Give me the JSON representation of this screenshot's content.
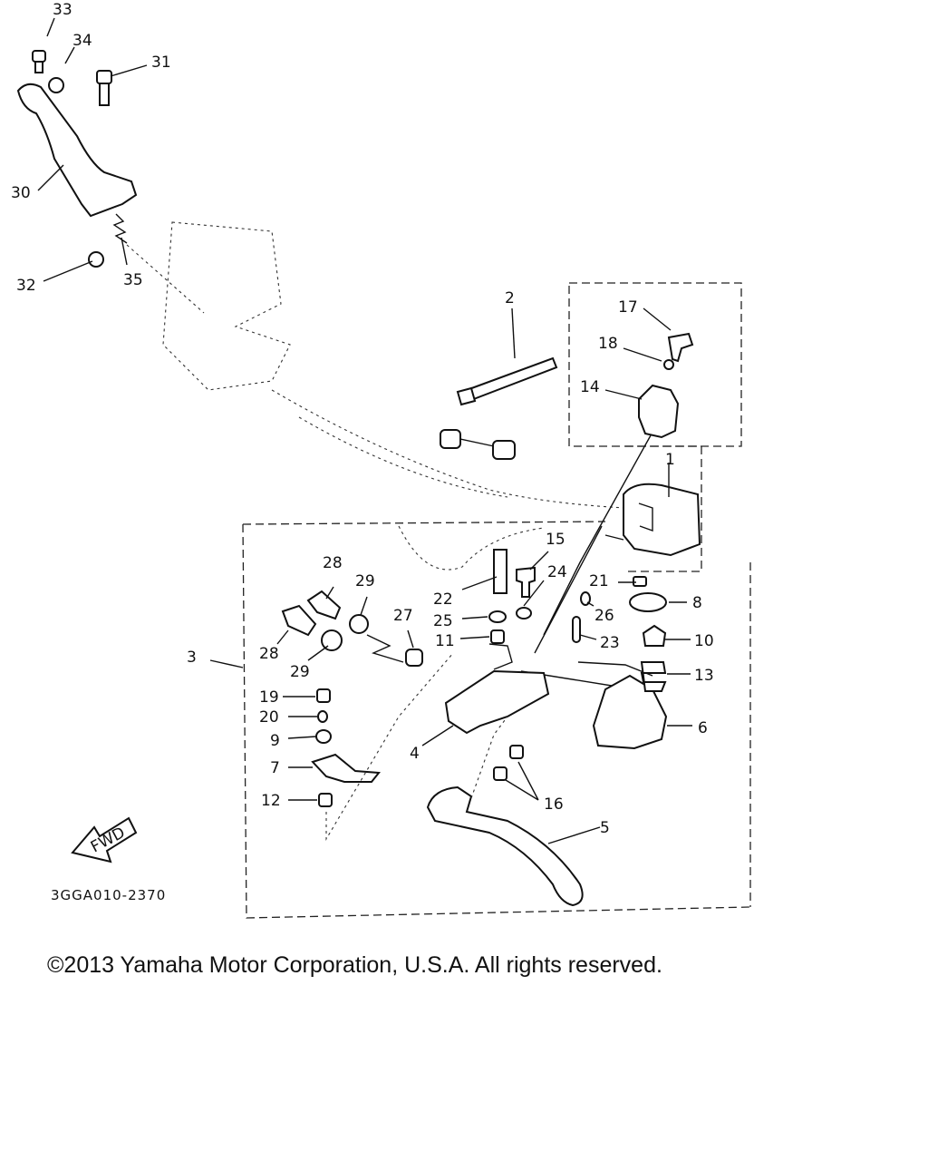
{
  "diagram": {
    "labels": {
      "p1": "1",
      "p2": "2",
      "p3": "3",
      "p4": "4",
      "p5": "5",
      "p6": "6",
      "p7": "7",
      "p8": "8",
      "p9": "9",
      "p10": "10",
      "p11": "11",
      "p12": "12",
      "p13": "13",
      "p14": "14",
      "p15": "15",
      "p16": "16",
      "p17": "17",
      "p18": "18",
      "p19": "19",
      "p20": "20",
      "p21": "21",
      "p22": "22",
      "p23": "23",
      "p24": "24",
      "p25": "25",
      "p26": "26",
      "p27": "27",
      "p28a": "28",
      "p28b": "28",
      "p29a": "29",
      "p29b": "29",
      "p30": "30",
      "p31": "31",
      "p32": "32",
      "p33": "33",
      "p34": "34",
      "p35": "35"
    },
    "fwd": "FWD",
    "code": "3GGA010-2370"
  },
  "footer": {
    "copyright": "©2013 Yamaha Motor Corporation, U.S.A. All rights reserved."
  }
}
